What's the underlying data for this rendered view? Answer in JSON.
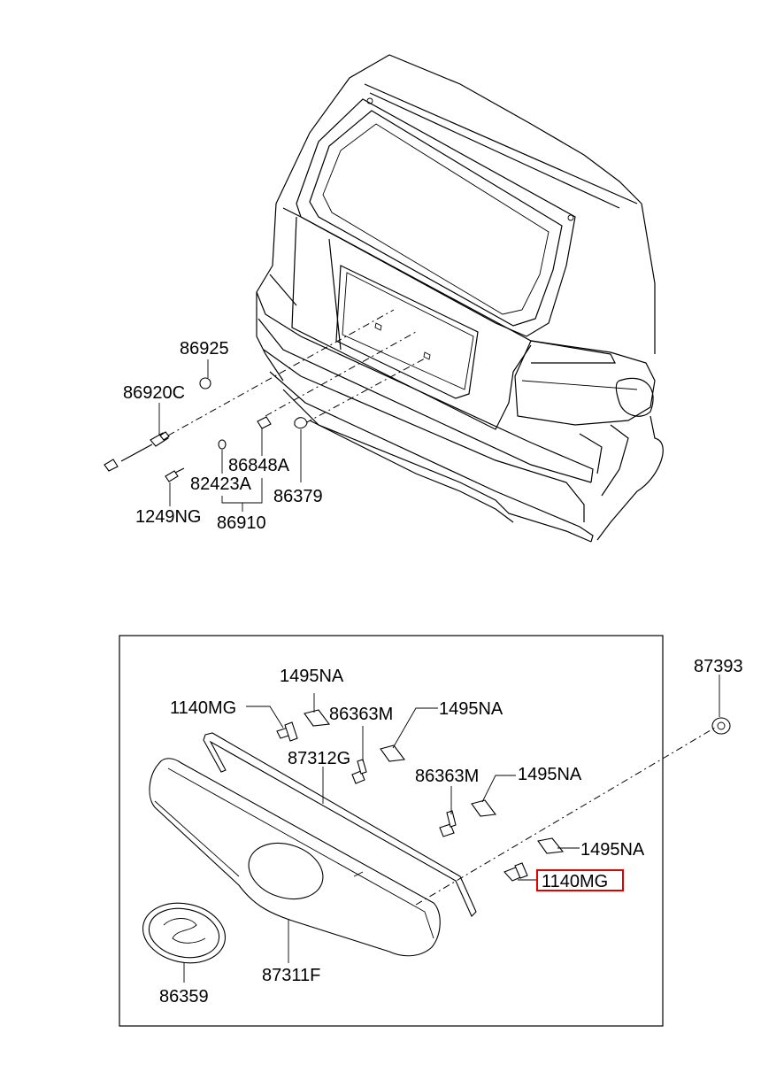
{
  "diagram": {
    "highlight_color": "#e00000",
    "upper_labels": {
      "p86925": "86925",
      "p86920C": "86920C",
      "p86848A": "86848A",
      "p82423A": "82423A",
      "p86379": "86379",
      "p1249NG": "1249NG",
      "p86910": "86910"
    },
    "lower_labels": {
      "p87393": "87393",
      "p1495NA_1": "1495NA",
      "p1140MG_1": "1140MG",
      "p86363M_1": "86363M",
      "p1495NA_2": "1495NA",
      "p87312G": "87312G",
      "p86363M_2": "86363M",
      "p1495NA_3": "1495NA",
      "p1495NA_4": "1495NA",
      "p1140MG_2": "1140MG",
      "p86359": "86359",
      "p87311F": "87311F"
    }
  }
}
